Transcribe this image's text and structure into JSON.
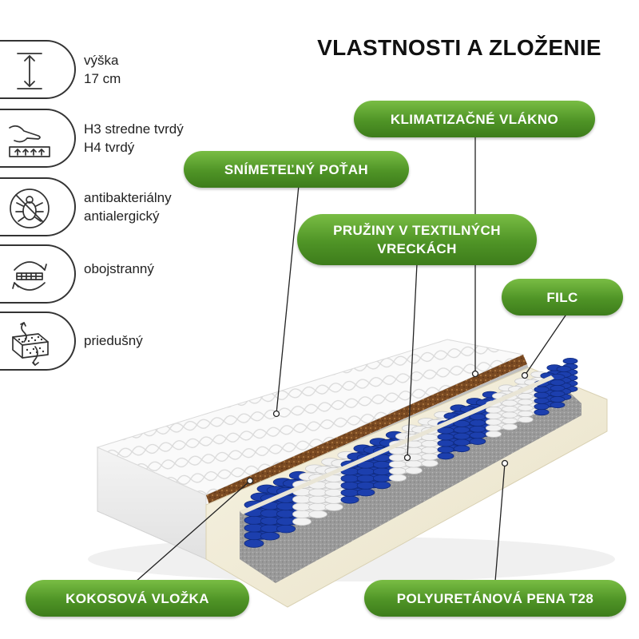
{
  "title": "VLASTNOSTI A ZLOŽENIE",
  "features": [
    {
      "icon": "height-arrow-icon",
      "lines": [
        "výška",
        "17 cm"
      ]
    },
    {
      "icon": "firmness-hand-icon",
      "lines": [
        "H3 stredne tvrdý",
        "H4 tvrdý"
      ]
    },
    {
      "icon": "antibacterial-bug-icon",
      "lines": [
        "antibakteriálny",
        "antialergický"
      ]
    },
    {
      "icon": "reversible-mattress-icon",
      "lines": [
        "obojstranný"
      ]
    },
    {
      "icon": "breathable-foam-icon",
      "lines": [
        "priedušný"
      ]
    }
  ],
  "labels": {
    "klimatizacne": "KLIMATIZAČNÉ VLÁKNO",
    "potah": "SNÍMETEĽNÝ POŤAH",
    "pruziny": [
      "PRUŽINY V TEXTILNÝCH",
      "VRECKÁCH"
    ],
    "filc": "FILC",
    "kokosova": "KOKOSOVÁ VLOŽKA",
    "pena": "POLYURETÁNOVÁ PENA T28"
  },
  "colors": {
    "label_green": "#4f9426",
    "spring_blue": "#1c3fae",
    "spring_white": "#f2f2f2",
    "coconut_brown": "#7a4a22",
    "felt_grey": "#8e8e8e",
    "foam_cream": "#f3eedb"
  }
}
